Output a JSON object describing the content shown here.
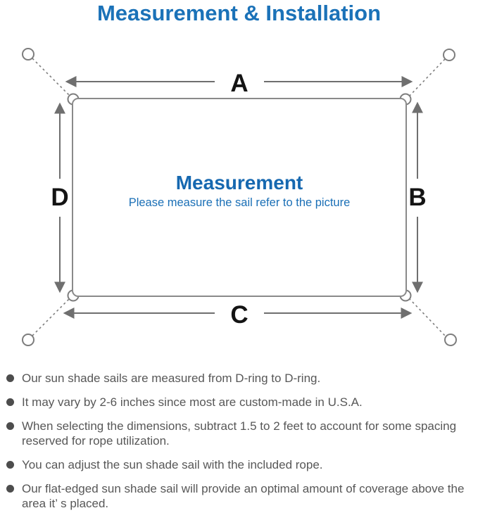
{
  "title": "Measurement & Installation",
  "diagram": {
    "label_a": "A",
    "label_b": "B",
    "label_c": "C",
    "label_d": "D",
    "center_title": "Measurement",
    "center_subtitle": "Please measure the sail refer to the picture"
  },
  "notes": {
    "items": [
      "Our sun shade sails are measured from D-ring to D-ring.",
      "It may vary by 2-6 inches since most are custom-made in U.S.A.",
      "When selecting the dimensions, subtract 1.5 to 2 feet to account for some spacing reserved for rope utilization.",
      "You can adjust the sun shade sail with the included rope.",
      "Our flat-edged sun shade sail will provide an optimal amount of coverage above the area it’ s placed."
    ]
  },
  "colors": {
    "accent_blue": "#1b72b8",
    "center_title_blue": "#1668b0",
    "diagram_line_gray": "#7d7d7d",
    "body_text_gray": "#575757",
    "label_black": "#141414"
  }
}
